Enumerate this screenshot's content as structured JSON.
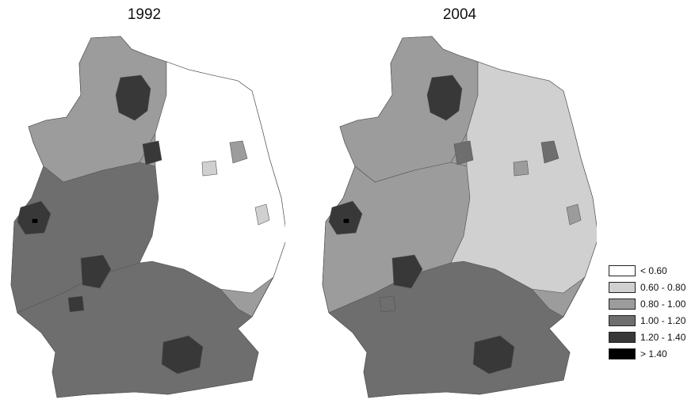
{
  "maps": [
    {
      "id": "1992",
      "title": "1992",
      "classes": {
        "west_base": "0.80 - 1.00",
        "west_north": "0.80 - 1.00",
        "west_middle": "1.00 - 1.20",
        "west_south": "1.00 - 1.20",
        "east": "< 0.60",
        "hamburg": "1.20 - 1.40",
        "hannover": "1.20 - 1.40",
        "cologne": "1.20 - 1.40",
        "cologne_core": "> 1.40",
        "frankfurt": "1.20 - 1.40",
        "stuttgart": "1.20 - 1.40",
        "munich": "1.20 - 1.40",
        "berlin": "0.80 - 1.00",
        "leipzig": "0.60 - 0.80",
        "dresden": "0.60 - 0.80"
      }
    },
    {
      "id": "2004",
      "title": "2004",
      "classes": {
        "west_base": "0.80 - 1.00",
        "west_north": "0.80 - 1.00",
        "west_middle": "0.80 - 1.00",
        "west_south": "1.00 - 1.20",
        "east": "0.60 - 0.80",
        "hamburg": "1.20 - 1.40",
        "hannover": "1.00 - 1.20",
        "cologne": "1.20 - 1.40",
        "cologne_core": "> 1.40",
        "frankfurt": "1.20 - 1.40",
        "stuttgart": "1.00 - 1.20",
        "munich": "1.20 - 1.40",
        "berlin": "1.00 - 1.20",
        "leipzig": "0.80 - 1.00",
        "dresden": "0.80 - 1.00"
      }
    }
  ],
  "legend": [
    {
      "label": "< 0.60",
      "color": "#ffffff"
    },
    {
      "label": "0.60 - 0.80",
      "color": "#d0d0d0"
    },
    {
      "label": "0.80 - 1.00",
      "color": "#9c9c9c"
    },
    {
      "label": "1.00 - 1.20",
      "color": "#6e6e6e"
    },
    {
      "label": "1.20 - 1.40",
      "color": "#383838"
    },
    {
      "label": "> 1.40",
      "color": "#000000"
    }
  ]
}
